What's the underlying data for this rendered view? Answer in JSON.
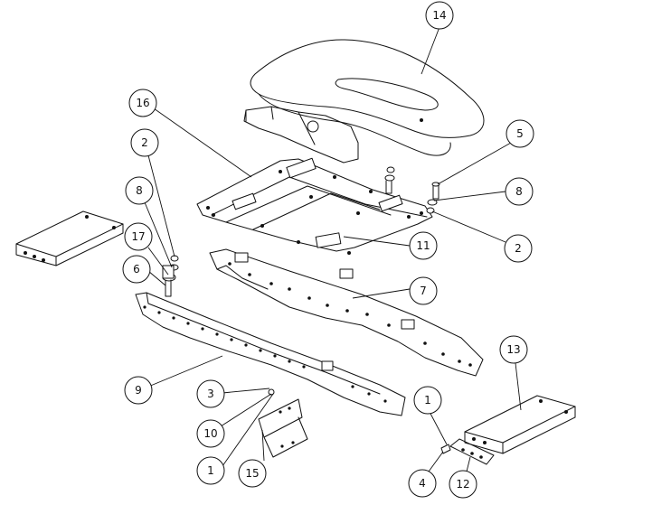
{
  "balloons": {
    "b14": "14",
    "b16": "16",
    "b2a": "2",
    "b8a": "8",
    "b17": "17",
    "b6": "6",
    "b5": "5",
    "b8b": "8",
    "b2b": "2",
    "b11": "11",
    "b7": "7",
    "b9": "9",
    "b3": "3",
    "b10": "10",
    "b1a": "1",
    "b15": "15",
    "b1b": "1",
    "b13": "13",
    "b4": "4",
    "b12": "12"
  }
}
